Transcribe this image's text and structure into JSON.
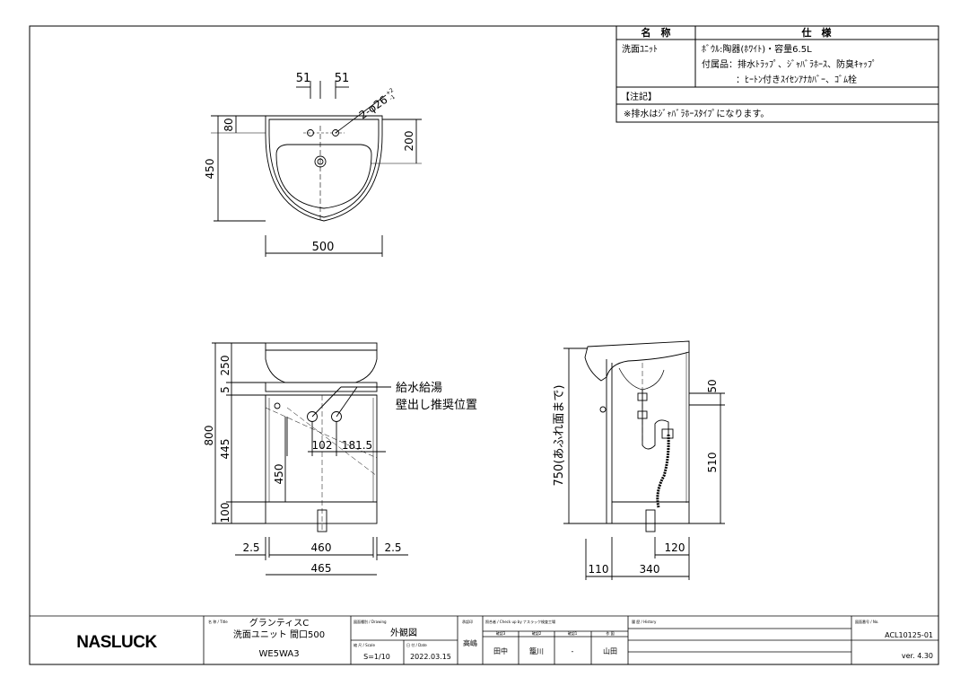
{
  "spec_table": {
    "header_name": "名　称",
    "header_spec": "仕　様",
    "item_name": "洗面ﾕﾆｯﾄ",
    "spec_line1": "ﾎﾞｳﾙ:陶器(ﾎﾜｲﾄ)・容量6.5L",
    "spec_line2": "付属品：排水ﾄﾗｯﾌﾟ、ｼﾞｬﾊﾞﾗﾎｰｽ、防臭ｷｬｯﾌﾟ",
    "spec_line3": "：ﾋｰﾄﾝ付きｽｲｾﾝｱﾅｶﾊﾞｰ、ｺﾞﾑ栓",
    "note_label": "【注記】",
    "note_text": "※排水はｼﾞｬﾊﾞﾗﾎｰｽﾀｲﾌﾟになります。"
  },
  "plan_view": {
    "dim_51_left": "51",
    "dim_51_right": "51",
    "dim_hole": "2-φ26",
    "dim_hole_tol_upper": "+2",
    "dim_hole_tol_lower": "-1",
    "dim_80": "80",
    "dim_450": "450",
    "dim_200": "200",
    "dim_500": "500"
  },
  "front_view": {
    "dim_250": "250",
    "dim_5": "5",
    "dim_800": "800",
    "dim_445": "445",
    "dim_450": "450",
    "dim_100": "100",
    "dim_102": "102",
    "dim_181_5": "181.5",
    "dim_2_5_left": "2.5",
    "dim_460": "460",
    "dim_2_5_right": "2.5",
    "dim_465": "465",
    "callout_line1": "給水給湯",
    "callout_line2": "壁出し推奨位置"
  },
  "side_view": {
    "dim_750": "750(あふれ面まで)",
    "dim_50": "50",
    "dim_510": "510",
    "dim_120": "120",
    "dim_110": "110",
    "dim_340": "340"
  },
  "title_block": {
    "logo": "NASLUCK",
    "title_label": "名 称 / Title",
    "title_line1": "グランティスC",
    "title_line2": "洗面ユニット 間口500",
    "model": "WE5WA3",
    "drawing_label": "図面種別 / Drawing",
    "drawing_value": "外観図",
    "scale_label": "縮 尺 / Scale",
    "scale_value": "S=1/10",
    "date_label": "日 付 / Date",
    "date_value": "2022.03.15",
    "approval_label": "承認印",
    "approval_value": "高嶋",
    "check_label": "照合者 / Check up by ナスラック検査工場",
    "check_col1": "確認3",
    "check_col2": "確認2",
    "check_col3": "確認1",
    "check_col4": "作 図",
    "check_val1": "田中",
    "check_val2": "籠川",
    "check_val3": "-",
    "check_val4": "山田",
    "history_label": "履 歴 / History",
    "number_label": "図面番号 / No.",
    "number_value": "ACL10125-01",
    "version": "ver. 4.30"
  }
}
